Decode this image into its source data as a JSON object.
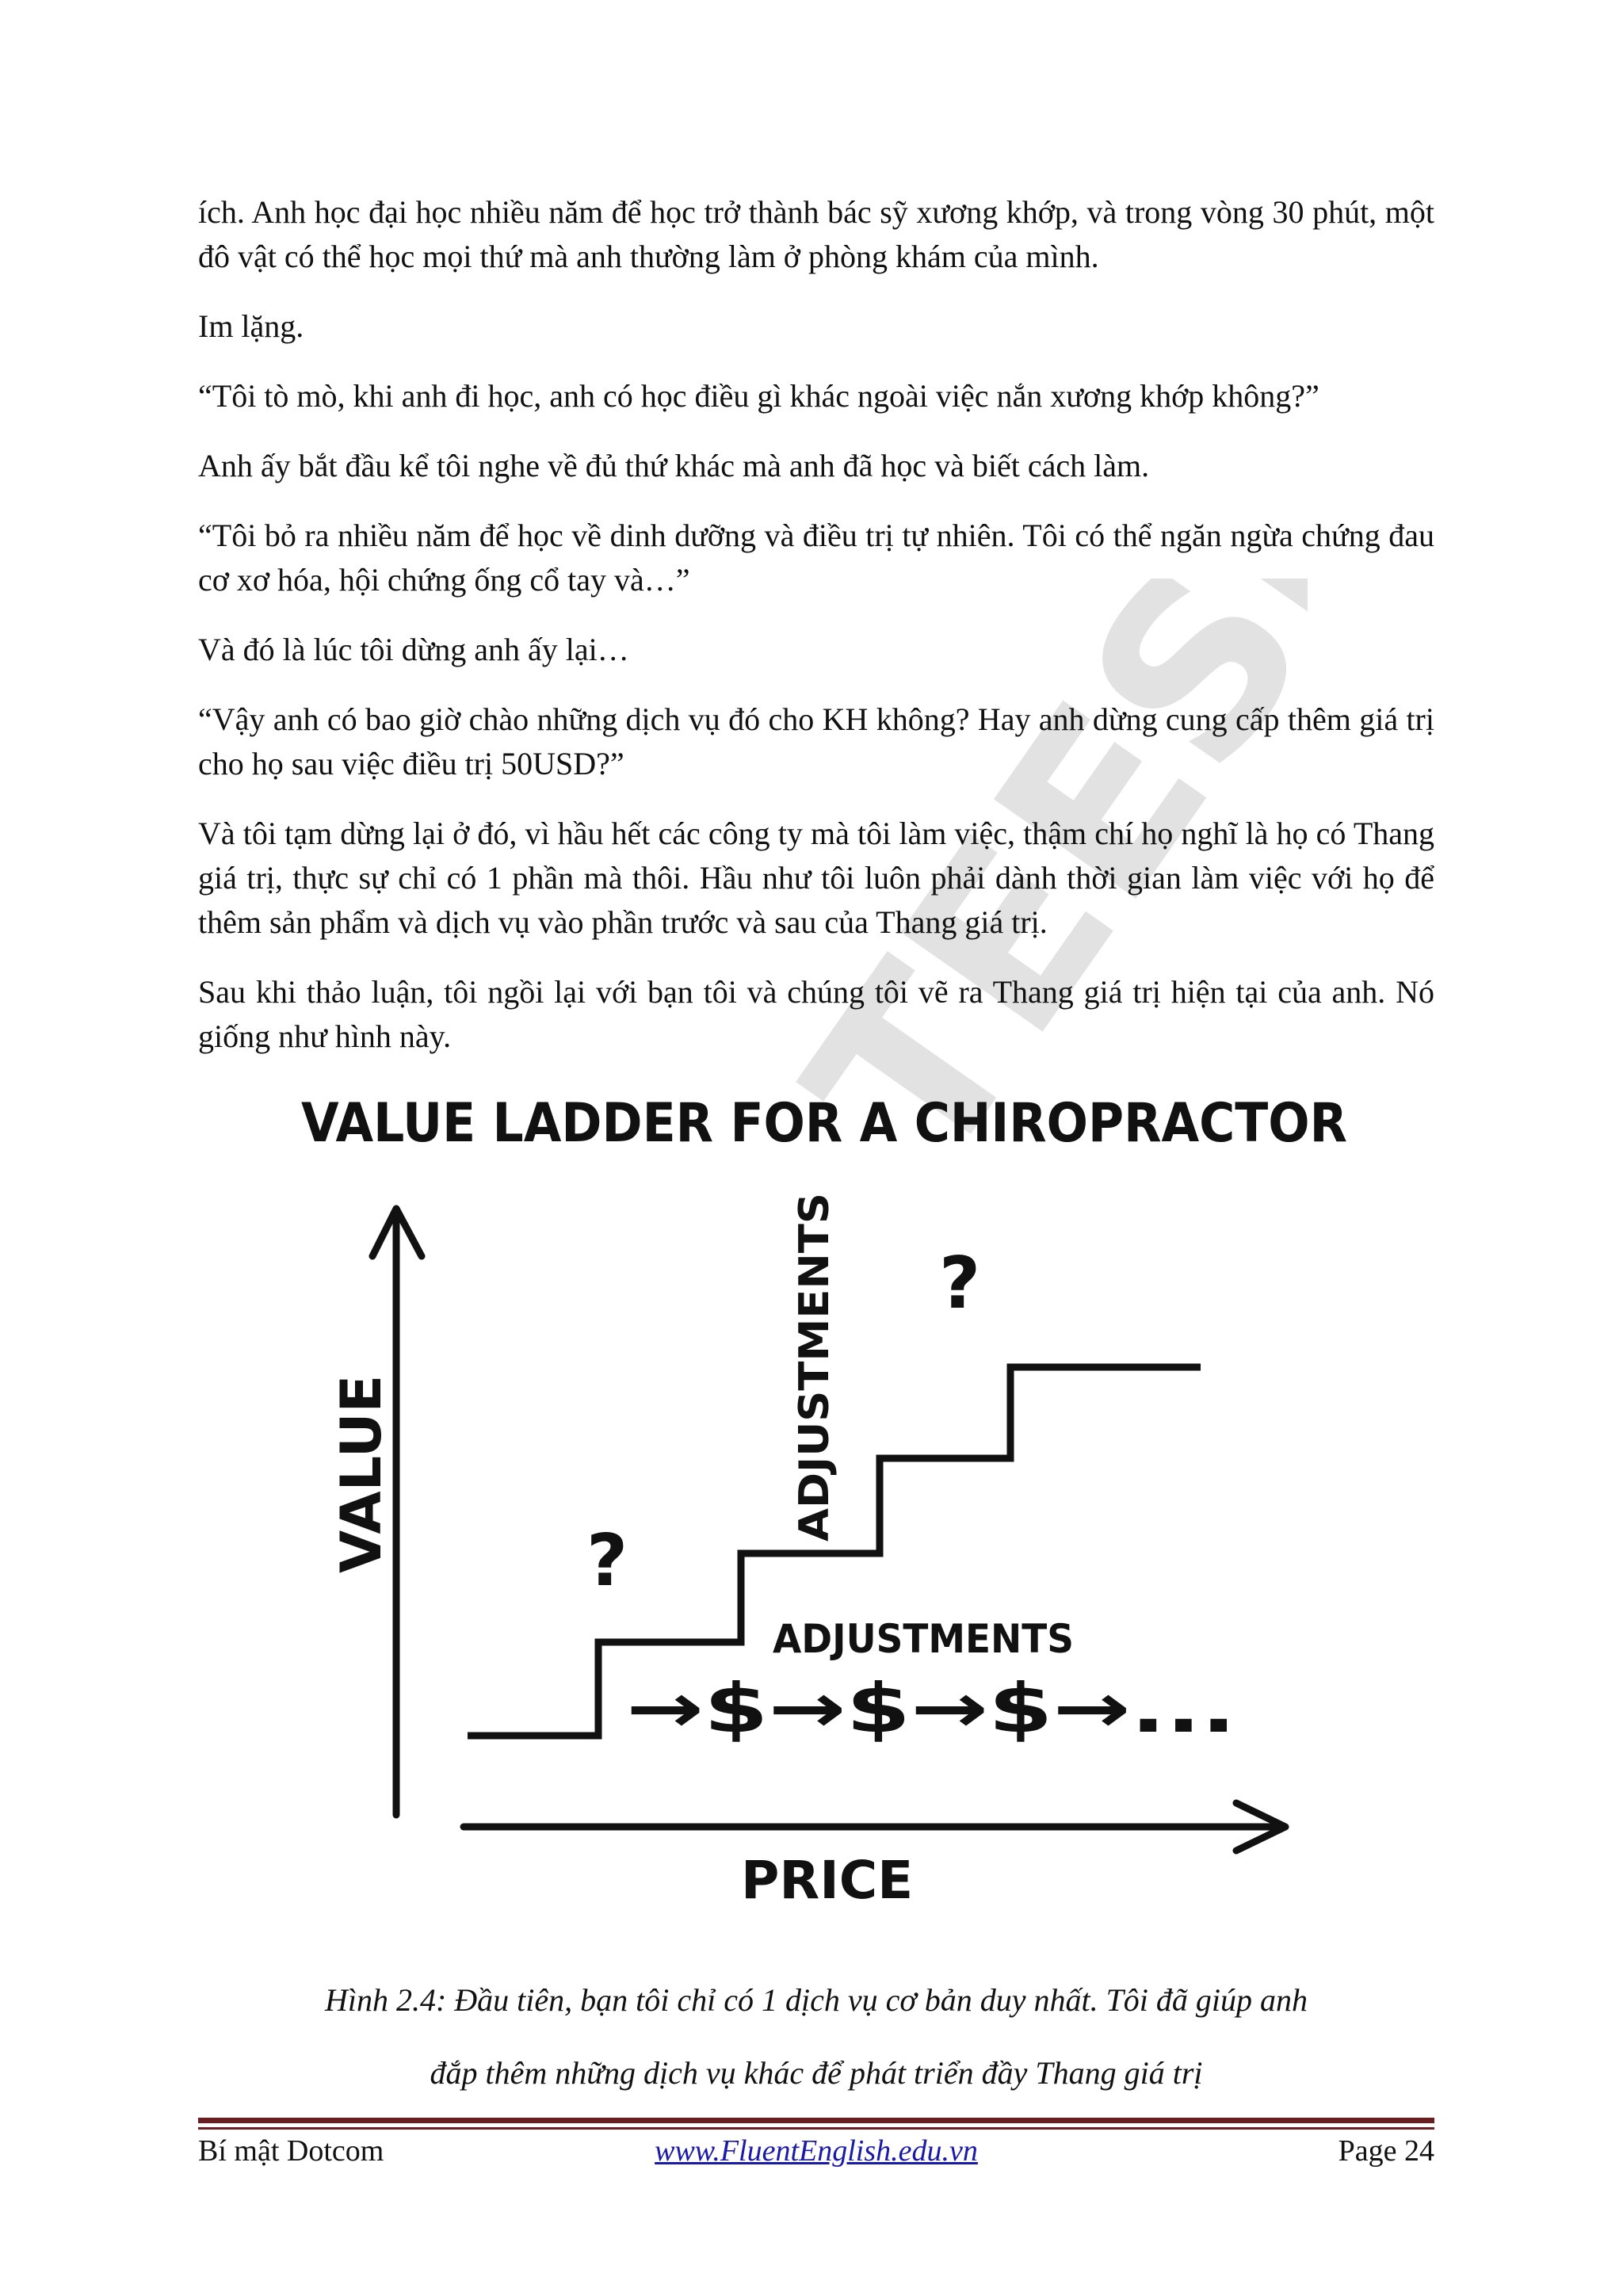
{
  "paragraphs": [
    "ích. Anh học đại học nhiều năm để học trở thành bác sỹ xương khớp, và trong vòng 30 phút, một đô vật có thể học mọi thứ mà anh thường làm ở phòng khám của mình.",
    "Im lặng.",
    "“Tôi tò mò, khi anh đi học, anh có học điều gì khác ngoài việc nắn xương khớp không?”",
    "Anh ấy bắt đầu kể tôi nghe về đủ thứ khác mà anh đã học và biết cách làm.",
    "“Tôi bỏ ra nhiều năm để học về dinh dưỡng và điều trị tự nhiên. Tôi có thể ngăn ngừa chứng đau cơ xơ hóa, hội chứng ống cổ tay và…”",
    "Và đó là lúc tôi dừng anh ấy lại…",
    "“Vậy anh có bao giờ chào những dịch vụ đó cho KH không? Hay anh dừng cung cấp thêm giá trị cho họ sau việc điều trị 50USD?”",
    "Và tôi tạm dừng lại ở đó, vì hầu hết các công ty mà tôi làm việc, thậm chí họ nghĩ là họ có Thang giá trị, thực sự chỉ có 1 phần mà thôi. Hầu như tôi luôn phải dành thời gian làm việc với họ để thêm sản phẩm và dịch vụ vào phần trước và sau của Thang giá trị.",
    "Sau khi thảo luận, tôi ngồi lại với bạn tôi và chúng tôi vẽ ra Thang giá trị hiện tại của anh. Nó giống như hình này."
  ],
  "figure": {
    "title": "VALUE LADDER FOR A CHIROPRACTOR",
    "y_axis_label": "VALUE",
    "x_axis_label": "PRICE",
    "upper_step_label": "ADJUSTMENTS",
    "lower_label": "ADJUSTMENTS",
    "question_mark": "?",
    "flow_text": "→$→$→$→...",
    "watermark": "TEESE"
  },
  "caption": {
    "line1": "Hình 2.4: Đầu tiên, bạn tôi chỉ có 1 dịch vụ cơ bản duy nhất. Tôi đã giúp anh",
    "line2": "đắp thêm những dịch vụ khác để phát triển đầy Thang giá trị"
  },
  "footer": {
    "left": "Bí mật Dotcom",
    "link": "www.FluentEnglish.edu.vn",
    "page": "Page 24"
  },
  "colors": {
    "rule": "#6b1e22",
    "link": "#1a1aa8",
    "watermark": "#d9d9d9"
  }
}
